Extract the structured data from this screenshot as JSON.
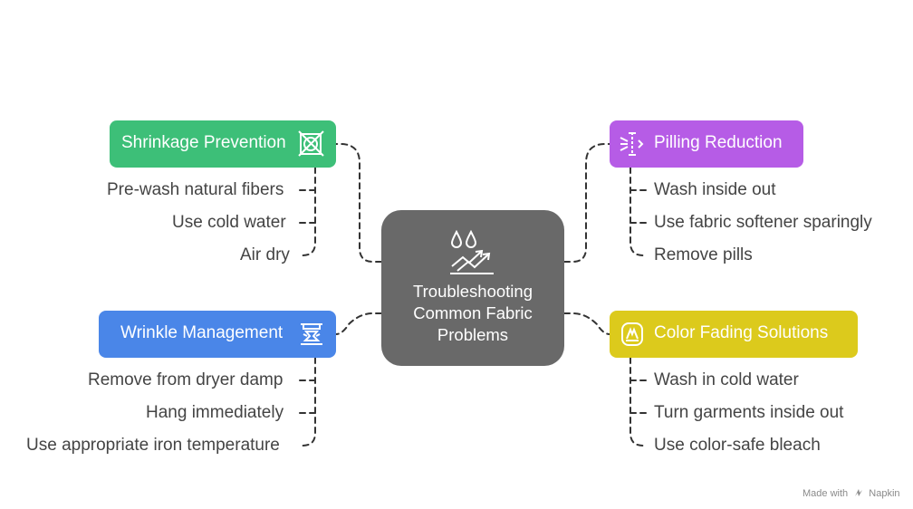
{
  "center": {
    "title_lines": [
      "Troubleshooting",
      "Common Fabric",
      "Problems"
    ],
    "icon": "water-drops-trend-icon",
    "color": "#696969"
  },
  "branches": [
    {
      "id": "shrinkage",
      "label": "Shrinkage Prevention",
      "icon": "no-tumble-dry-icon",
      "color": "#3dbf78",
      "items": [
        "Pre-wash natural fibers",
        "Use cold water",
        "Air dry"
      ]
    },
    {
      "id": "wrinkle",
      "label": "Wrinkle Management",
      "icon": "iron-fabric-icon",
      "color": "#4a86e8",
      "items": [
        "Remove from dryer damp",
        "Hang immediately",
        "Use appropriate iron temperature"
      ]
    },
    {
      "id": "pilling",
      "label": "Pilling Reduction",
      "icon": "fabric-fibers-icon",
      "color": "#b65ce6",
      "items": [
        "Wash inside out",
        "Use fabric softener sparingly",
        "Remove pills"
      ]
    },
    {
      "id": "color",
      "label": "Color Fading Solutions",
      "icon": "garment-color-icon",
      "color": "#dcca1c",
      "items": [
        "Wash in cold water",
        "Turn garments inside out",
        "Use color-safe bleach"
      ]
    }
  ],
  "footer": {
    "made_with": "Made with",
    "brand": "Napkin"
  }
}
